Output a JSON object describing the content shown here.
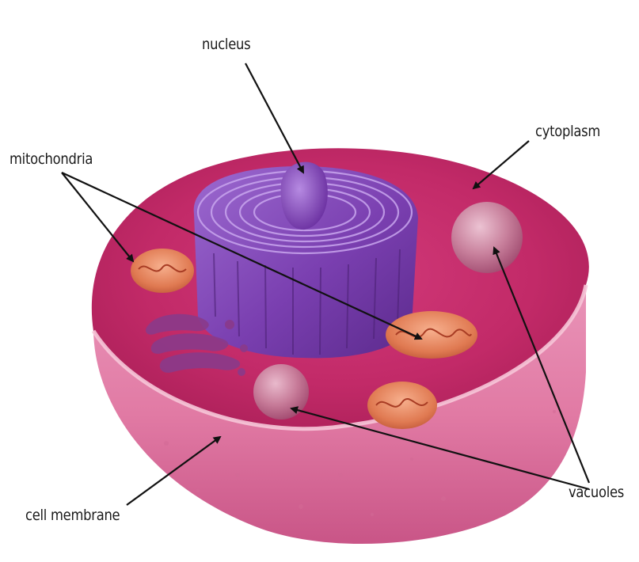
{
  "labels": {
    "nucleus": "nucleus",
    "cytoplasm": "cytoplasm",
    "mitochondria": "mitochondria",
    "vacuoles": "vacuoles",
    "cell_membrane": "cell membrane"
  },
  "colors": {
    "cytoplasm": "#c22a68",
    "membrane_rim": "#f4bcd2",
    "cell_wall_outer": "#e687ae",
    "nucleus": "#7d3fb0",
    "mitochondria": "#e8845c",
    "mitochondria_inner": "#f0a07a",
    "vacuole": "#d9a6b8",
    "golgi": "#8a3a8a",
    "arrow": "#111111"
  }
}
